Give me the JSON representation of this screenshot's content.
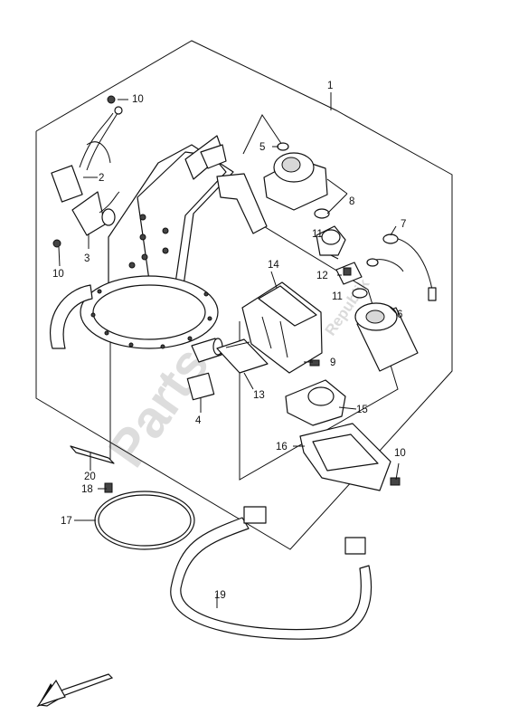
{
  "watermark": {
    "main": "Parts",
    "sub": "Republik"
  },
  "callouts": {
    "c1": "1",
    "c2": "2",
    "c3": "3",
    "c4": "4",
    "c5": "5",
    "c6": "6",
    "c7": "7",
    "c8": "8",
    "c9": "9",
    "c10a": "10",
    "c10b": "10",
    "c10c": "10",
    "c11a": "11",
    "c11b": "11",
    "c12": "12",
    "c13": "13",
    "c14": "14",
    "c15": "15",
    "c16": "16",
    "c17": "17",
    "c18": "18",
    "c19": "19",
    "c20": "20"
  },
  "icons": {
    "direction": "front-direction-arrow-icon"
  }
}
